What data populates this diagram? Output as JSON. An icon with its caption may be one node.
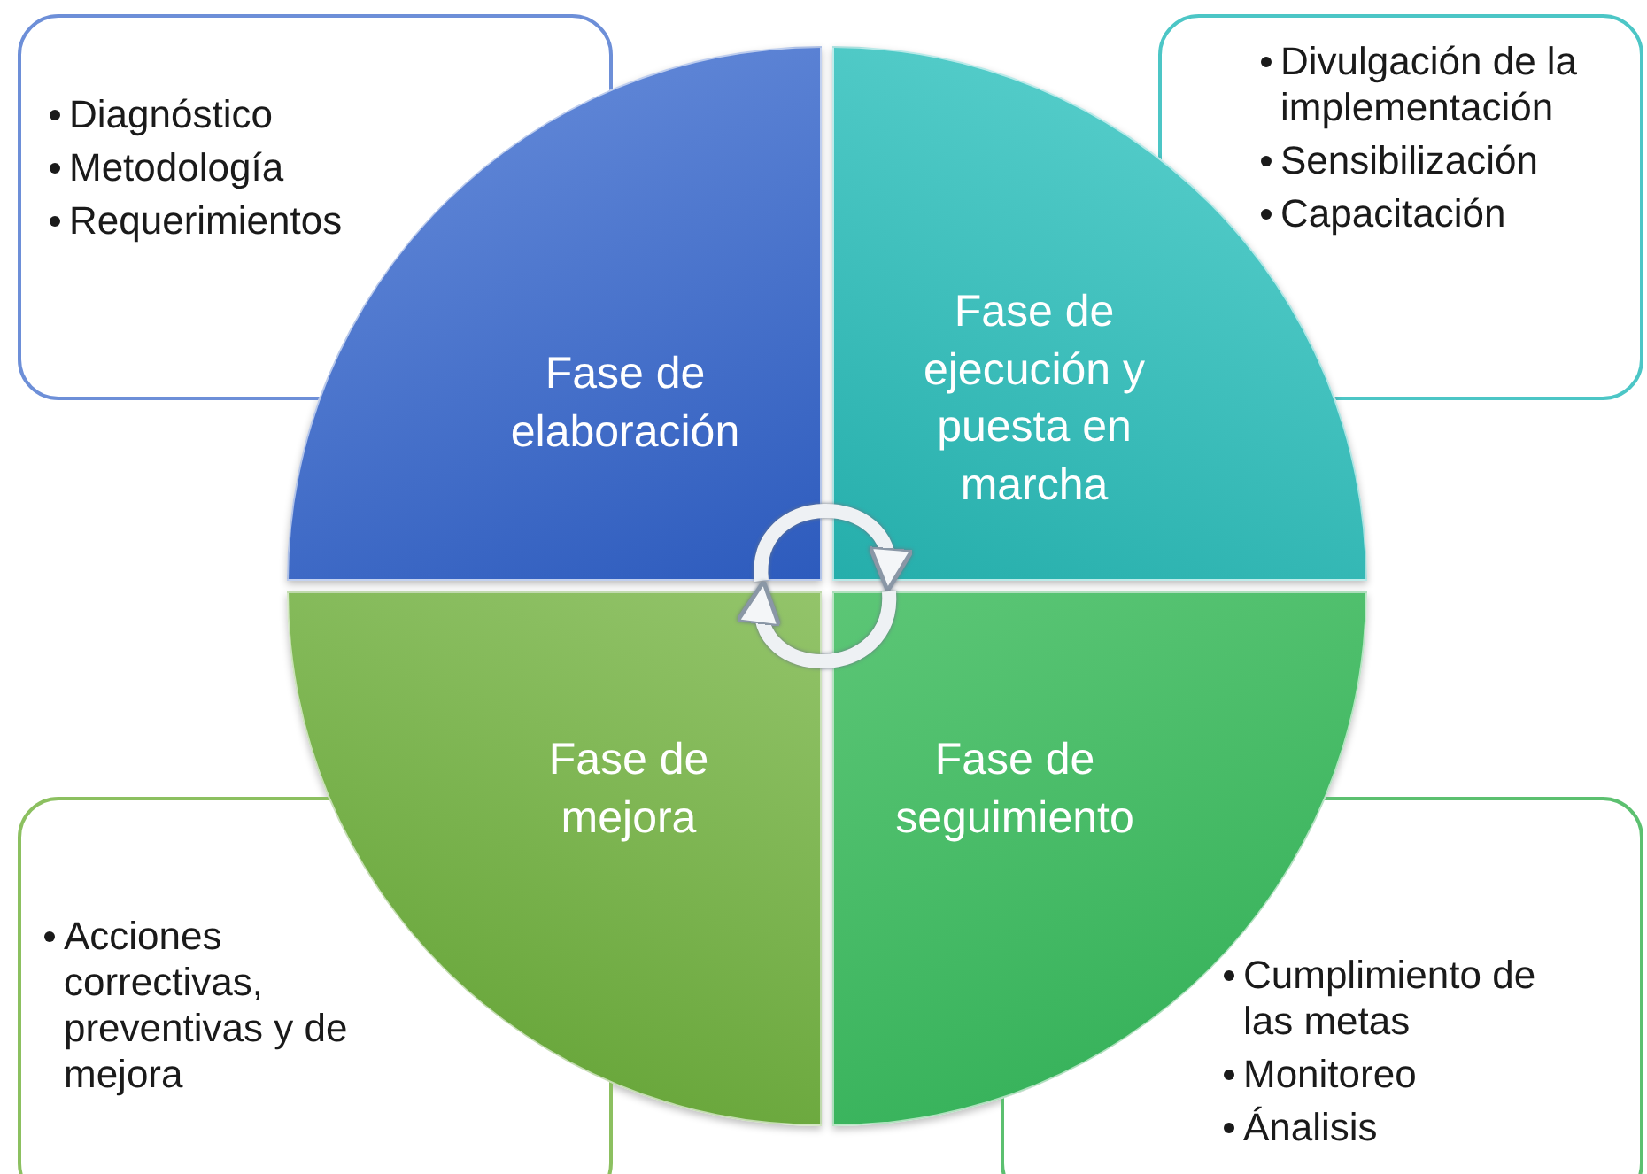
{
  "diagram": {
    "nodes": [
      {
        "text": [
          "Diagnóstico",
          "Metodología",
          "Requerimientos"
        ]
      },
      {
        "text": [
          "Fase de elaboración"
        ]
      },
      {
        "text": [
          "Divulgación de la implementación",
          "Sensibilización",
          "Capacitación"
        ]
      },
      {
        "text": [
          "Fase de ejecución y puesta en marcha"
        ]
      },
      {
        "text": [
          "Acciones correctivas, preventivas y de mejora"
        ]
      },
      {
        "text": [
          "Fase de mejora"
        ]
      },
      {
        "text": [
          "Cumplimiento de las metas",
          "Monitoreo",
          "Ánalisis"
        ]
      },
      {
        "text": [
          "Fase de seguimiento"
        ]
      }
    ],
    "edges": [
      {
        "from": 1,
        "to": 3,
        "arrow": "to"
      },
      {
        "from": 7,
        "to": 5,
        "arrow": "to"
      }
    ]
  }
}
